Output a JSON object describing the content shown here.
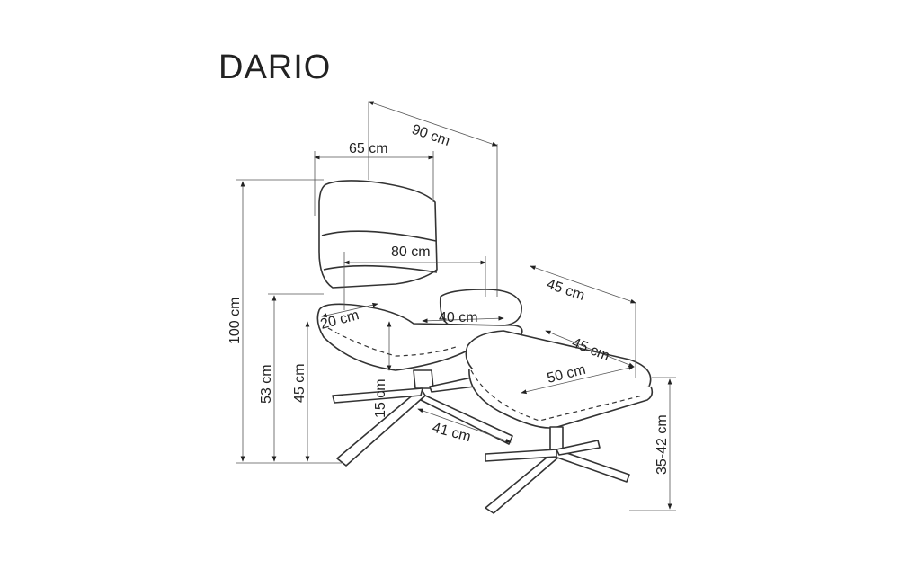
{
  "title": "DARIO",
  "dimensions": {
    "chair_depth": "90 cm",
    "chair_width": "65 cm",
    "chair_height": "100 cm",
    "armrest_width": "80 cm",
    "ottoman_depth": "45 cm",
    "armrest_height": "53 cm",
    "seat_height": "45 cm",
    "backrest_recline": "20 cm",
    "seat_width": "40 cm",
    "seat_thickness": "15 cm",
    "base_radius": "41 cm",
    "ottoman_width_diag": "45 cm",
    "ottoman_length": "50 cm",
    "ottoman_height": "35-42 cm"
  }
}
